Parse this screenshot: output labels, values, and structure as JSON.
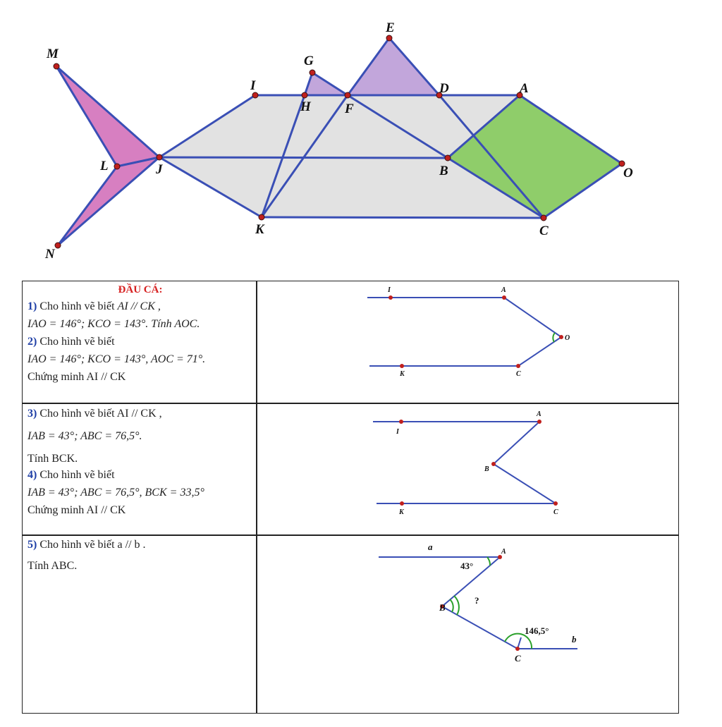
{
  "fish_figure": {
    "points": [
      "M",
      "G",
      "E",
      "I",
      "H",
      "F",
      "D",
      "A",
      "L",
      "J",
      "B",
      "O",
      "K",
      "C",
      "N"
    ]
  },
  "table": {
    "row1": {
      "title": "ĐẦU CÁ:",
      "p1_num": "1)",
      "p1_text": "Cho hình vẽ biết",
      "p1_math": "AI // CK ,",
      "p1_line2": "IAO = 146°; KCO = 143°. Tính AOC.",
      "p2_num": "2)",
      "p2_text": "Cho hình vẽ biết",
      "p2_line2": "IAO = 146°; KCO = 143°, AOC = 71°.",
      "p2_line3": "Chứng minh AI // CK",
      "diagram_points": [
        "I",
        "A",
        "O",
        "K",
        "C"
      ]
    },
    "row2": {
      "p3_num": "3)",
      "p3_text": "Cho hình vẽ biết AI // CK ,",
      "p3_line2": "IAB = 43°; ABC = 76,5°.",
      "p3_line3": "Tính BCK.",
      "p4_num": "4)",
      "p4_text": "Cho hình vẽ biết",
      "p4_line2": "IAB = 43°; ABC = 76,5°, BCK = 33,5°",
      "p4_line3": "Chứng minh AI // CK",
      "diagram_points": [
        "A",
        "I",
        "B",
        "K",
        "C"
      ]
    },
    "row3": {
      "p5_num": "5)",
      "p5_text": "Cho hình vẽ biết a // b .",
      "p5_line2": "Tính ABC.",
      "diagram_labels": {
        "a": "a",
        "b": "b",
        "A": "A",
        "B": "B",
        "C": "C",
        "angle_A": "43°",
        "angle_B": "?",
        "angle_C": "146,5°"
      }
    }
  },
  "colors": {
    "line": "#3a4fb5",
    "gray_fill": "#e2e2e2",
    "tail_fill": "#d77fc1",
    "purple_fill": "#c2a6db",
    "green_fill": "#8fcd6a",
    "point": "#c0201e",
    "title_red": "#d62020",
    "number_blue": "#1f3fa6"
  }
}
